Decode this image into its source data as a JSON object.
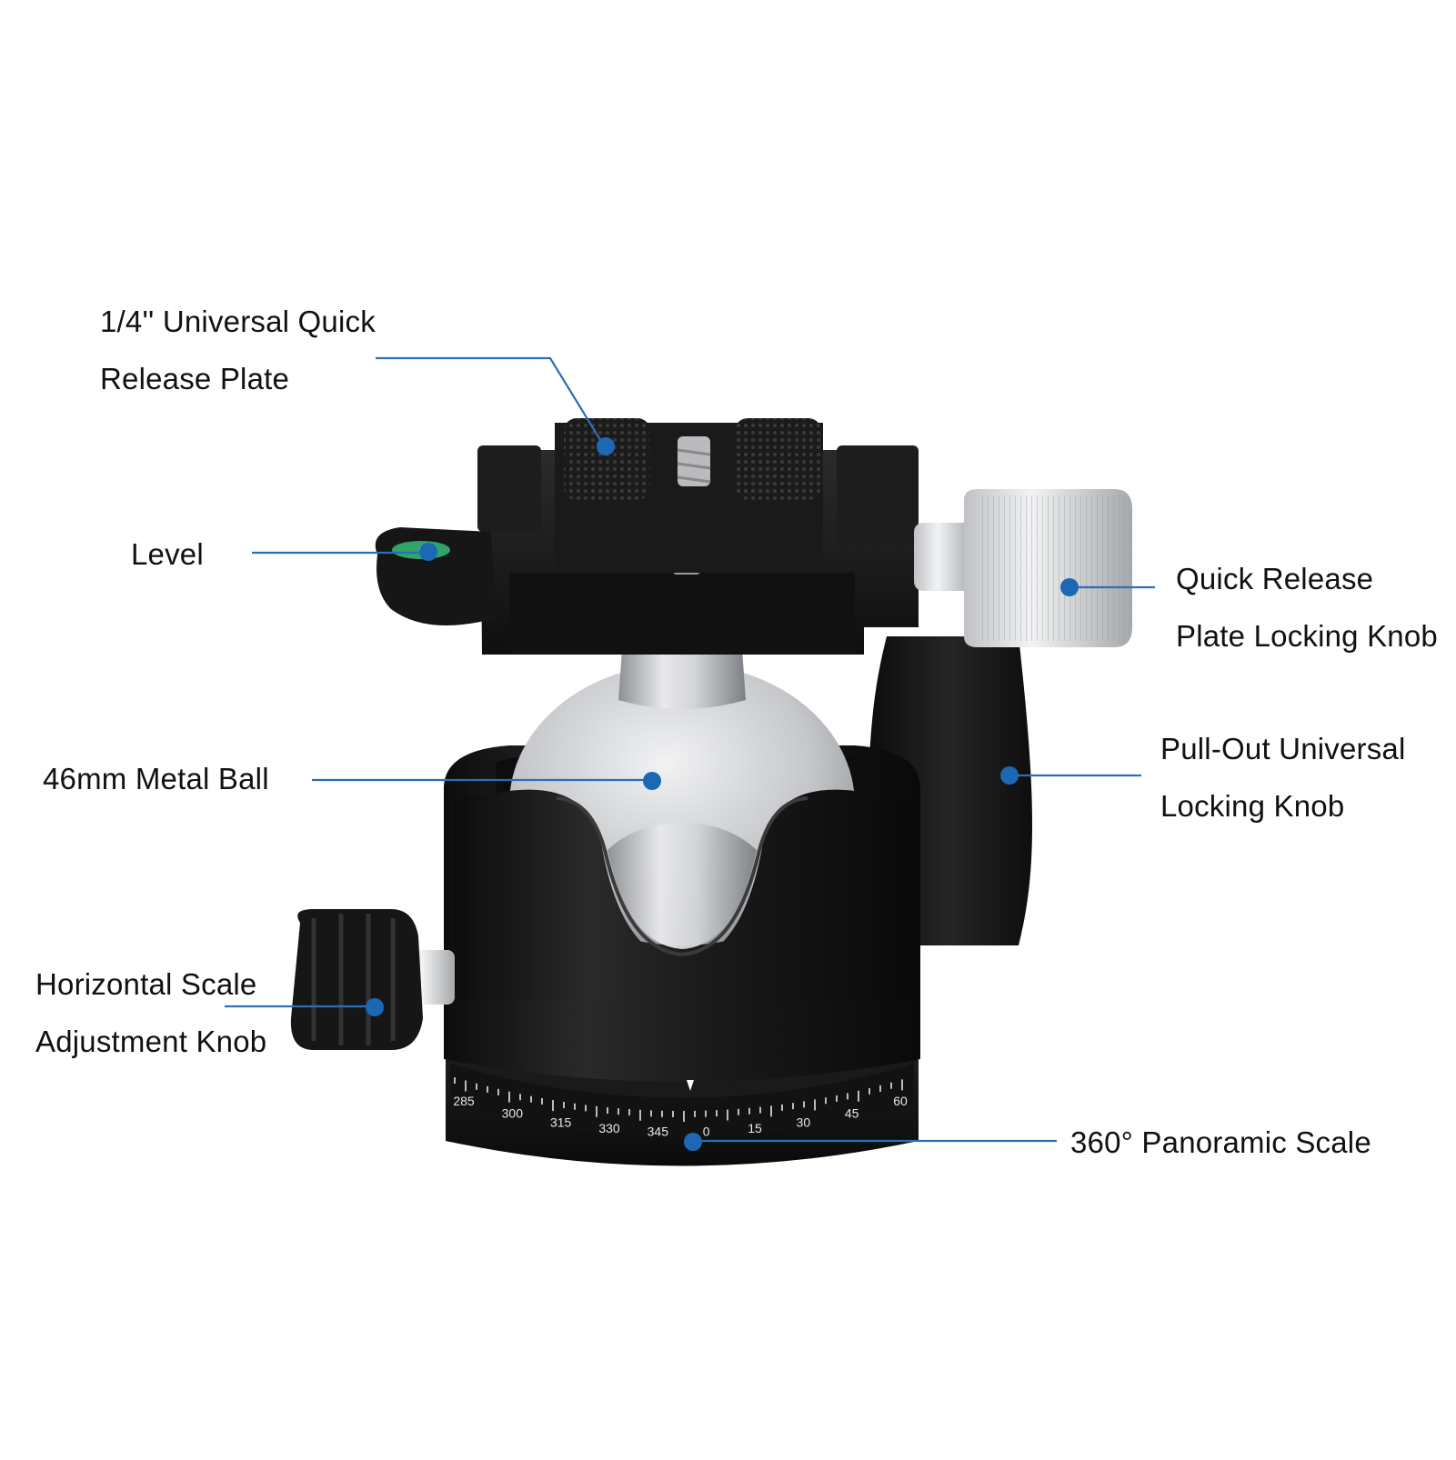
{
  "colors": {
    "leader": "#2a6fb8",
    "dot": "#1c68b5",
    "text": "#111111",
    "body_dark": "#151515",
    "ball_silver": "#c9cbce"
  },
  "callouts": {
    "qr_plate": {
      "line1": "1/4'' Universal Quick",
      "line2": "Release Plate"
    },
    "level": {
      "line1": "Level"
    },
    "qr_knob": {
      "line1": "Quick Release",
      "line2": "Plate Locking Knob"
    },
    "pull_out": {
      "line1": "Pull-Out Universal",
      "line2": "Locking Knob"
    },
    "metal_ball": {
      "line1": "46mm Metal Ball"
    },
    "horizontal": {
      "line1": "Horizontal Scale",
      "line2": "Adjustment Knob"
    },
    "panoramic": {
      "line1": "360° Panoramic Scale"
    }
  },
  "scale_ticks": [
    "285",
    "300",
    "315",
    "330",
    "345",
    "0",
    "15",
    "30",
    "45",
    "60"
  ]
}
